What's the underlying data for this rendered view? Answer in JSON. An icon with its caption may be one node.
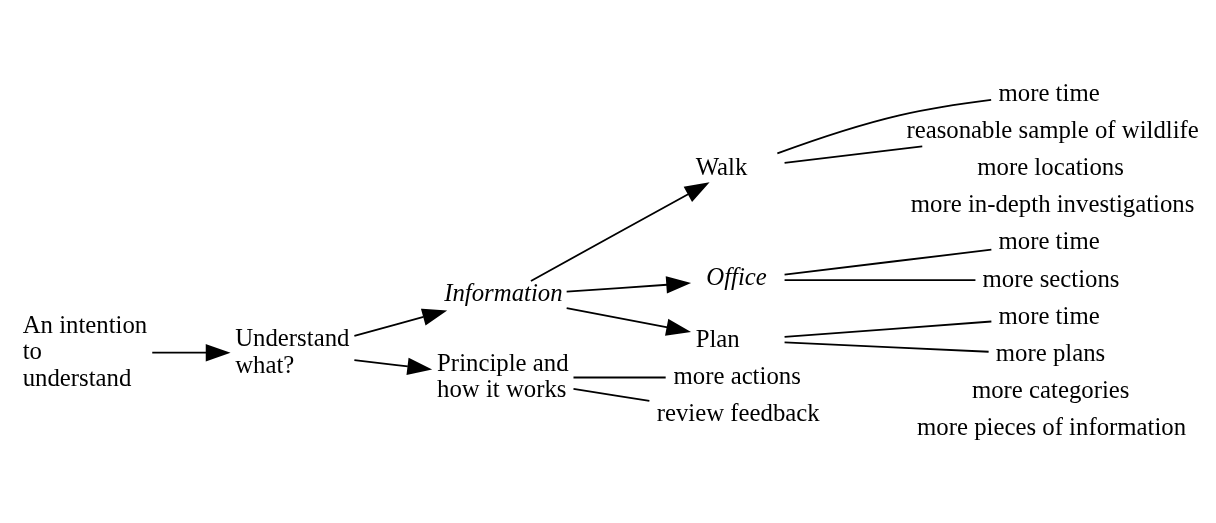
{
  "diagram": {
    "nodes": [
      {
        "text": [
          "An intention to understand"
        ]
      },
      {
        "text": [
          "Understand what?"
        ]
      },
      {
        "text": [
          "Information"
        ]
      },
      {
        "text": [
          "Principle and how it works"
        ]
      },
      {
        "text": [
          "Walk"
        ]
      },
      {
        "text": [
          "Office"
        ]
      },
      {
        "text": [
          "Plan"
        ]
      },
      {
        "text": [
          "more time"
        ]
      },
      {
        "text": [
          "reasonable sample of wildlife"
        ]
      },
      {
        "text": [
          "more time"
        ]
      },
      {
        "text": [
          "more sections"
        ]
      },
      {
        "text": [
          "more time"
        ]
      },
      {
        "text": [
          "more plans"
        ]
      },
      {
        "text": [
          "more actions"
        ]
      },
      {
        "text": [
          "review feedback"
        ]
      }
    ],
    "edges": [
      {
        "from": 0,
        "to": 1,
        "arrow": "to"
      },
      {
        "from": 1,
        "to": 2,
        "arrow": "to"
      },
      {
        "from": 1,
        "to": 3,
        "arrow": "to"
      },
      {
        "from": 2,
        "to": 4,
        "arrow": "to"
      },
      {
        "from": 2,
        "to": 5,
        "arrow": "to"
      },
      {
        "from": 2,
        "to": 6,
        "arrow": "to"
      },
      {
        "from": 4,
        "to": 7,
        "arrow": "none"
      },
      {
        "from": 4,
        "to": 8,
        "arrow": "none"
      },
      {
        "from": 5,
        "to": 9,
        "arrow": "none"
      },
      {
        "from": 5,
        "to": 10,
        "arrow": "none"
      },
      {
        "from": 6,
        "to": 11,
        "arrow": "none"
      },
      {
        "from": 6,
        "to": 12,
        "arrow": "none"
      },
      {
        "from": 3,
        "to": 13,
        "arrow": "none"
      },
      {
        "from": 3,
        "to": 14,
        "arrow": "none"
      }
    ],
    "labels": [
      "more locations",
      "more in-depth investigations",
      "more categories",
      "more pieces of information"
    ]
  }
}
